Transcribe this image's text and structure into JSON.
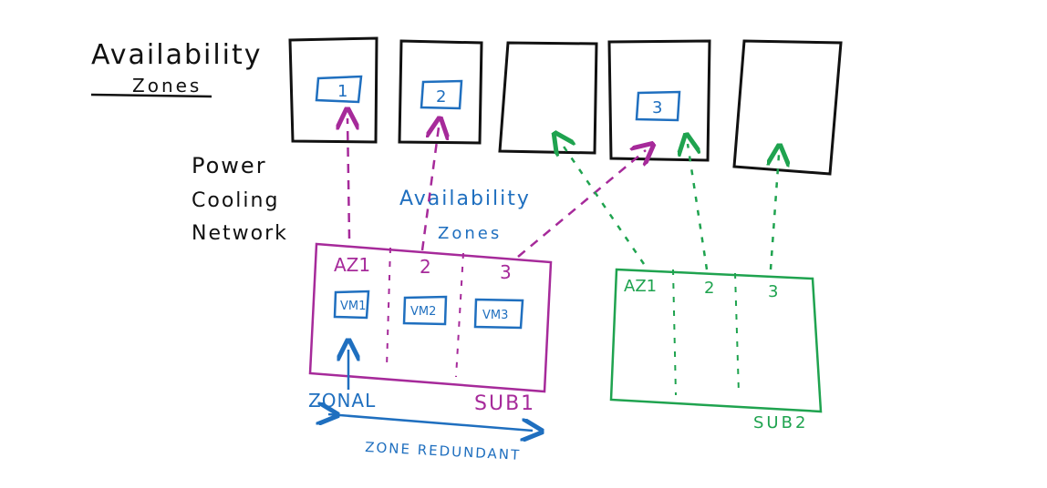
{
  "colors": {
    "ink": "#111111",
    "blue": "#1f6fbf",
    "magenta": "#a62a9a",
    "green": "#1fa34f"
  },
  "title": {
    "line1": "Availability",
    "line2": "Zones"
  },
  "infra_labels": [
    "Power",
    "Cooling",
    "Network"
  ],
  "datacenters": {
    "zone_tags": [
      "1",
      "2",
      "3"
    ]
  },
  "sub1": {
    "heading_line1": "Availability",
    "heading_line2": "Zones",
    "zone_labels": [
      "AZ1",
      "2",
      "3"
    ],
    "vms": [
      "VM1",
      "VM2",
      "VM3"
    ],
    "zonal_label": "ZONAL",
    "name": "SUB1",
    "zone_redundant_label": "ZONE REDUNDANT"
  },
  "sub2": {
    "zone_labels": [
      "AZ1",
      "2",
      "3"
    ],
    "name": "SUB2"
  }
}
